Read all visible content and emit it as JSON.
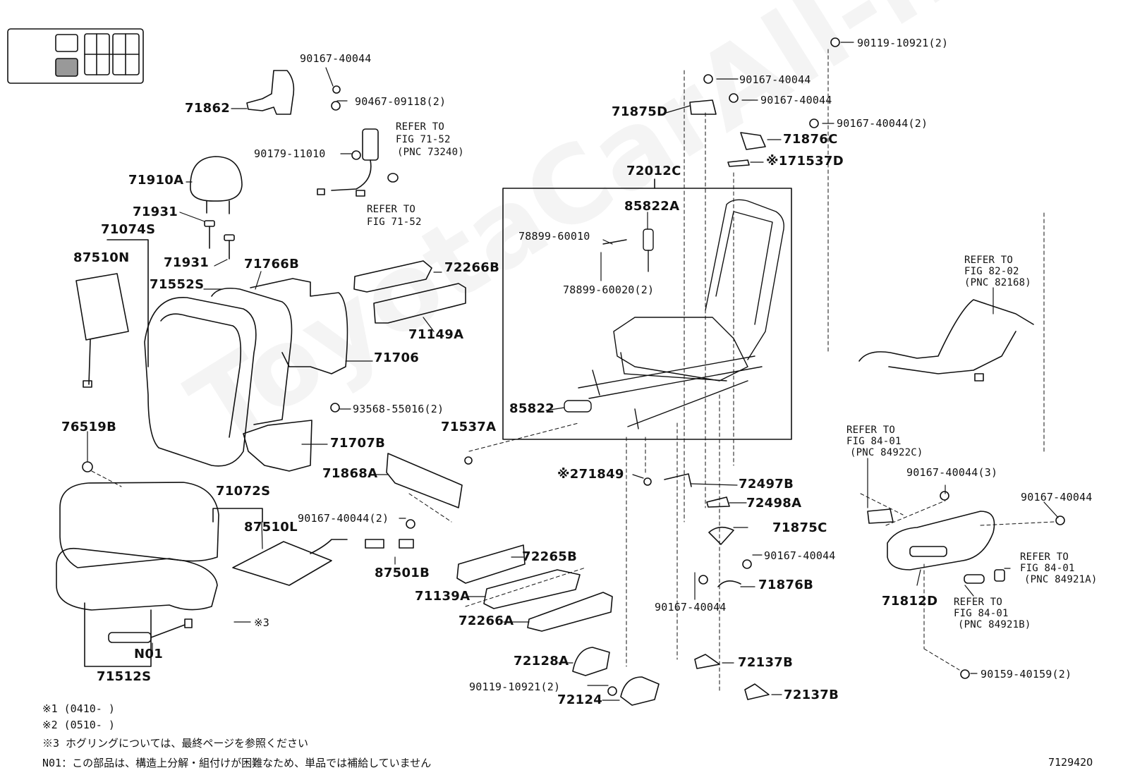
{
  "watermark": "ToyotaCarAll-ne.ru",
  "figure_code": "712942O",
  "labels": {
    "p71862": "71862",
    "p90167_top": "90167-40044",
    "p90467": "90467-09118(2)",
    "p90179": "90179-11010",
    "ref_7152a_l1": "REFER TO",
    "ref_7152a_l2": "FIG 71-52",
    "ref_7152a_l3": "(PNC 73240)",
    "ref_7152b_l1": "REFER TO",
    "ref_7152b_l2": "FIG 71-52",
    "p71910A": "71910A",
    "p71931a": "71931",
    "p71931b": "71931",
    "p71074S": "71074S",
    "p87510N": "87510N",
    "p71766B": "71766B",
    "p71552S": "71552S",
    "p72266B": "72266B",
    "p71149A": "71149A",
    "p71706": "71706",
    "p93568": "93568-55016(2)",
    "p76519B": "76519B",
    "p71707B": "71707B",
    "p71537A": "71537A",
    "p71868A": "71868A",
    "p71072S": "71072S",
    "p87510L": "87510L",
    "p90167_2": "90167-40044(2)",
    "p87501B": "87501B",
    "p72265B": "72265B",
    "p71139A": "71139A",
    "p72266A": "72266A",
    "p72128A": "72128A",
    "p90119_b": "90119-10921(2)",
    "p72124": "72124",
    "pN01": "N01",
    "p71512S": "71512S",
    "note3_mark": "※3",
    "p90119_top": "90119-10921(2)",
    "p90167_r1": "90167-40044",
    "p90167_r2": "90167-40044",
    "p90167_r3": "90167-40044(2)",
    "p71875D": "71875D",
    "p71876C": "71876C",
    "p71537D": "※171537D",
    "p72012C": "72012C",
    "p85822A": "85822A",
    "p78899_a": "78899-60010",
    "p78899_b": "78899-60020(2)",
    "p85822": "85822",
    "ref_8202_l1": "REFER TO",
    "ref_8202_l2": "FIG 82-02",
    "ref_8202_l3": "(PNC 82168)",
    "p71849": "※271849",
    "p72497B": "72497B",
    "p72498A": "72498A",
    "p71875C": "71875C",
    "p90167_m1": "90167-40044",
    "p71876B": "71876B",
    "p90167_m2": "90167-40044",
    "p72137B_a": "72137B",
    "p72137B_b": "72137B",
    "ref_8401a_l1": "REFER TO",
    "ref_8401a_l2": "FIG 84-01",
    "ref_8401a_l3": "(PNC 84922C)",
    "p90167_3": "90167-40044(3)",
    "p90167_r4": "90167-40044",
    "ref_8401b_l1": "REFER TO",
    "ref_8401b_l2": "FIG 84-01",
    "ref_8401b_l3": "(PNC 84921A)",
    "p71812D": "71812D",
    "ref_8401c_l1": "REFER TO",
    "ref_8401c_l2": "FIG 84-01",
    "ref_8401c_l3": "(PNC 84921B)",
    "p90159": "90159-40159(2)"
  },
  "notes": [
    "※1 (0410-    )",
    "※2 (0510-    )",
    "※3 ホグリングについては、最終ページを参照ください",
    "N01：この部品は、構造上分解・組付けが困難なため、単品では補給していません"
  ]
}
